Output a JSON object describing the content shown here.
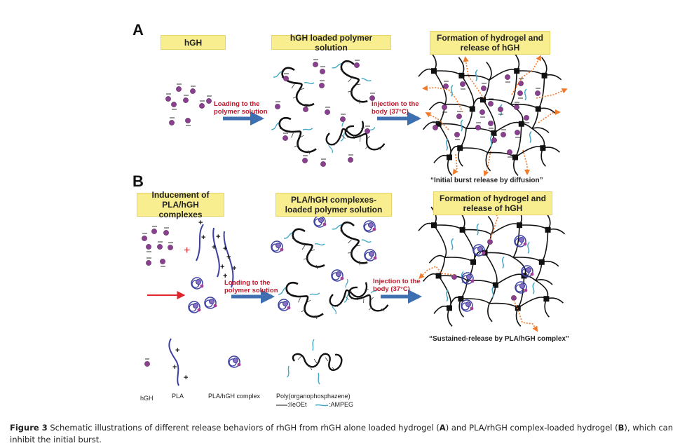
{
  "panel_a": {
    "letter": "A",
    "box_hgh": "hGH",
    "box_loaded": "hGH loaded polymer solution",
    "box_formation": "Formation of hydrogel and release of hGH",
    "arrow1_text_line1": "Loading to the",
    "arrow1_text_line2": "polymer solution",
    "arrow2_text_line1": "Injection to the",
    "arrow2_text_line2": "body (37°C)",
    "quote": "“Initial burst release by diffusion”"
  },
  "panel_b": {
    "letter": "B",
    "box_inducement": "Inducement of PLA/hGH complexes",
    "box_loaded": "PLA/hGH complexes-loaded polymer solution",
    "box_formation": "Formation of hydrogel and release of hGH",
    "arrow1_text_line1": "Loading to the",
    "arrow1_text_line2": "polymer solution",
    "arrow2_text_line1": "Injection to the",
    "arrow2_text_line2": "body (37°C)",
    "quote": "“Sustained-release by PLA/hGH complex”"
  },
  "legend": {
    "hgh": "hGH",
    "pla": "PLA",
    "complex": "PLA/hGH complex",
    "polymer": "Poly(organophosphazene)",
    "ileoet": ":IleOEt",
    "ampeg": ":AMPEG"
  },
  "caption": {
    "figure_label": "Figure 3",
    "text_1": " Schematic illustrations of different release behaviors of rhGH from rhGH alone loaded hydrogel (",
    "ref_a": "A",
    "text_2": ") and PLA/rhGH complex-loaded hydrogel (",
    "ref_b": "B",
    "text_3": "), which can inhibit the initial burst."
  },
  "colors": {
    "label_box": "#f9ee8f",
    "arrow_blue": "#3e6fb0",
    "arrow_red": "#e0262b",
    "text_red": "#c0182a",
    "hgh_purple": "#8a3f8f",
    "pla_blue": "#3b3fa0",
    "ampeg_cyan": "#43a8c4",
    "release_orange": "#f07a2a"
  }
}
